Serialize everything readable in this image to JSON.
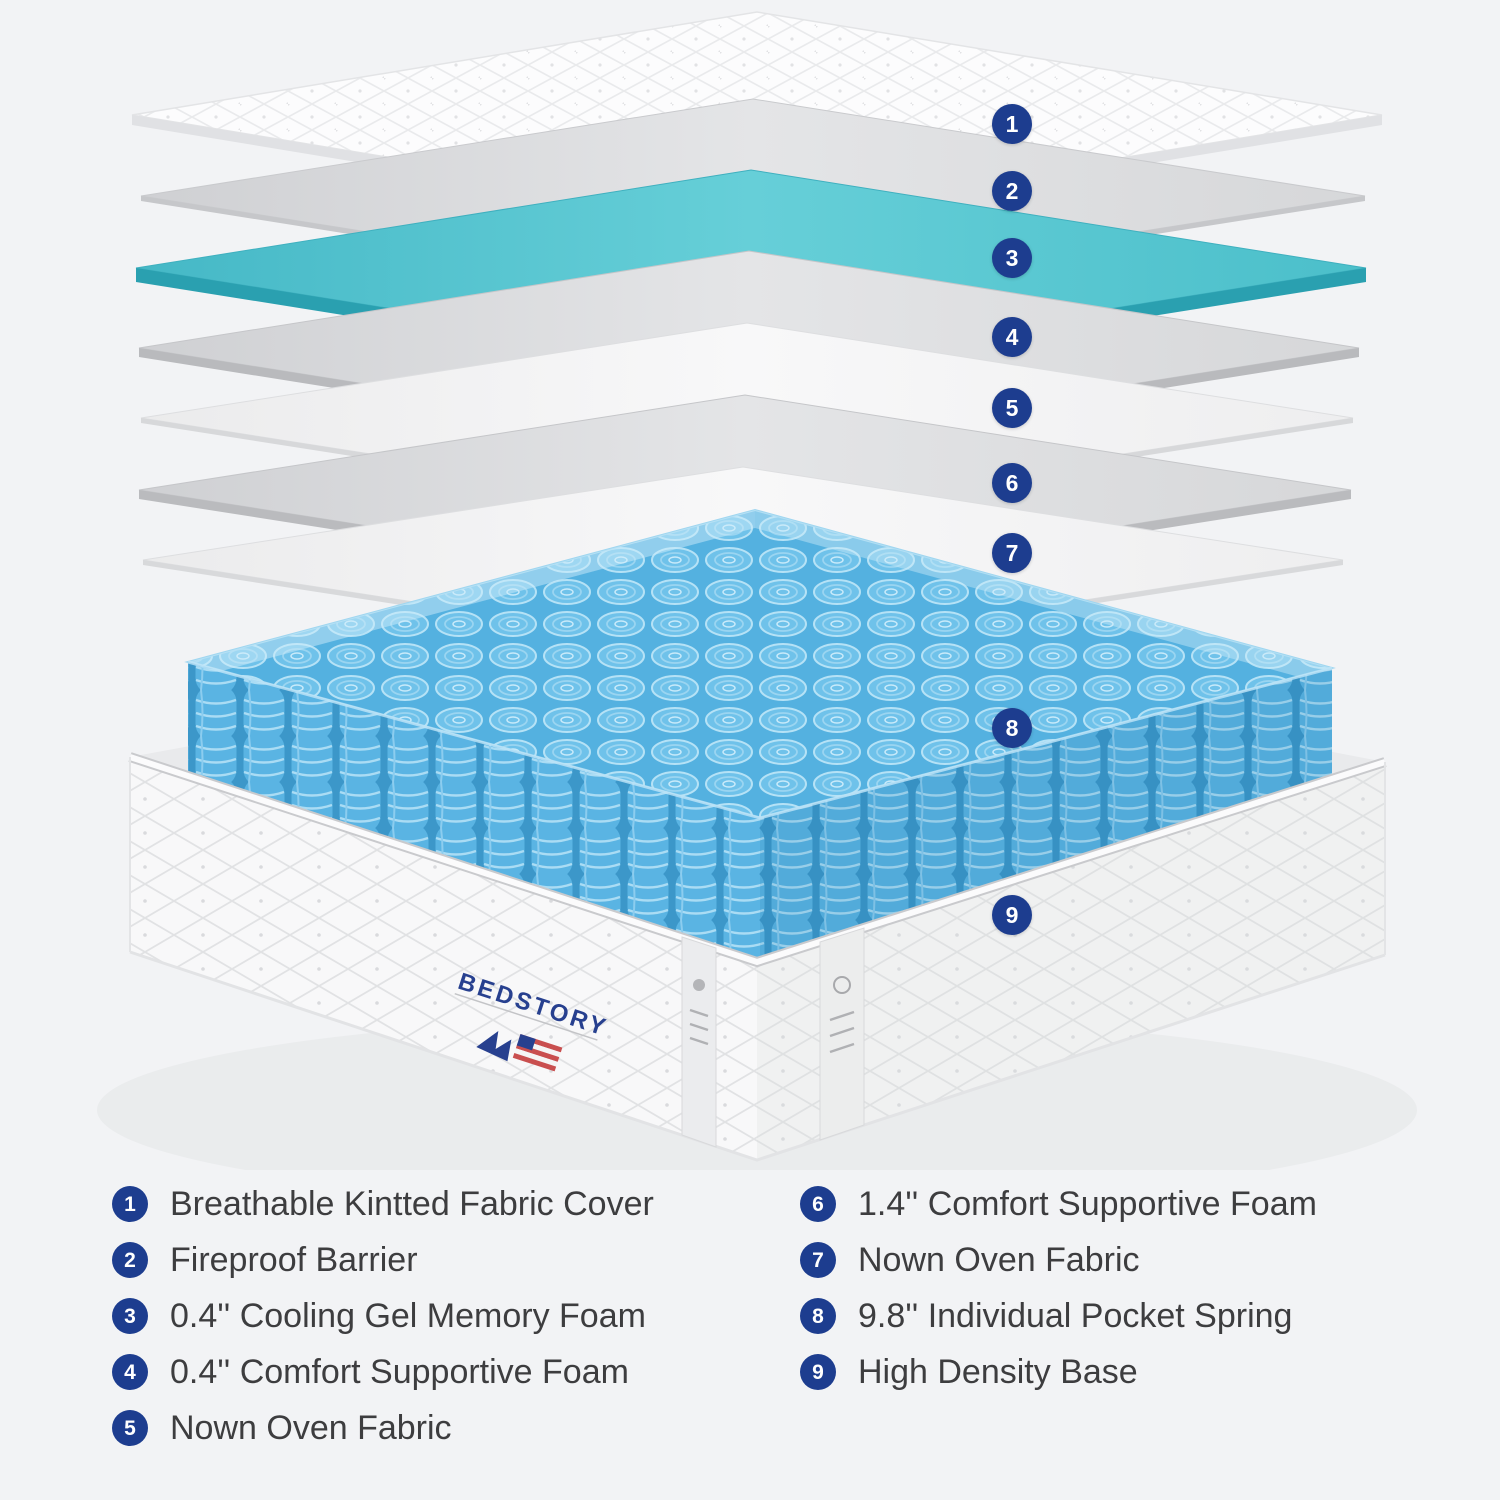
{
  "colors": {
    "background": "#f2f3f5",
    "badge": "#1d3d8f",
    "legend_text": "#3d3d3f",
    "gel_foam": "#52c3ce",
    "spring_blue": "#54b1e0",
    "brand_navy": "#27408f"
  },
  "diagram": {
    "brand_label": "BEDSTORY",
    "badges": [
      {
        "number": "1"
      },
      {
        "number": "2"
      },
      {
        "number": "3"
      },
      {
        "number": "4"
      },
      {
        "number": "5"
      },
      {
        "number": "6"
      },
      {
        "number": "7"
      },
      {
        "number": "8"
      },
      {
        "number": "9"
      }
    ]
  },
  "legend": {
    "columns": [
      {
        "items": [
          {
            "number": "1",
            "label": "Breathable Kintted Fabric Cover"
          },
          {
            "number": "2",
            "label": "Fireproof Barrier"
          },
          {
            "number": "3",
            "label": "0.4'' Cooling Gel Memory Foam"
          },
          {
            "number": "4",
            "label": "0.4'' Comfort Supportive Foam"
          },
          {
            "number": "5",
            "label": "Nown Oven Fabric"
          }
        ]
      },
      {
        "items": [
          {
            "number": "6",
            "label": "1.4'' Comfort Supportive Foam"
          },
          {
            "number": "7",
            "label": "Nown Oven Fabric"
          },
          {
            "number": "8",
            "label": "9.8'' Individual Pocket Spring"
          },
          {
            "number": "9",
            "label": "High Density Base"
          }
        ]
      }
    ]
  }
}
